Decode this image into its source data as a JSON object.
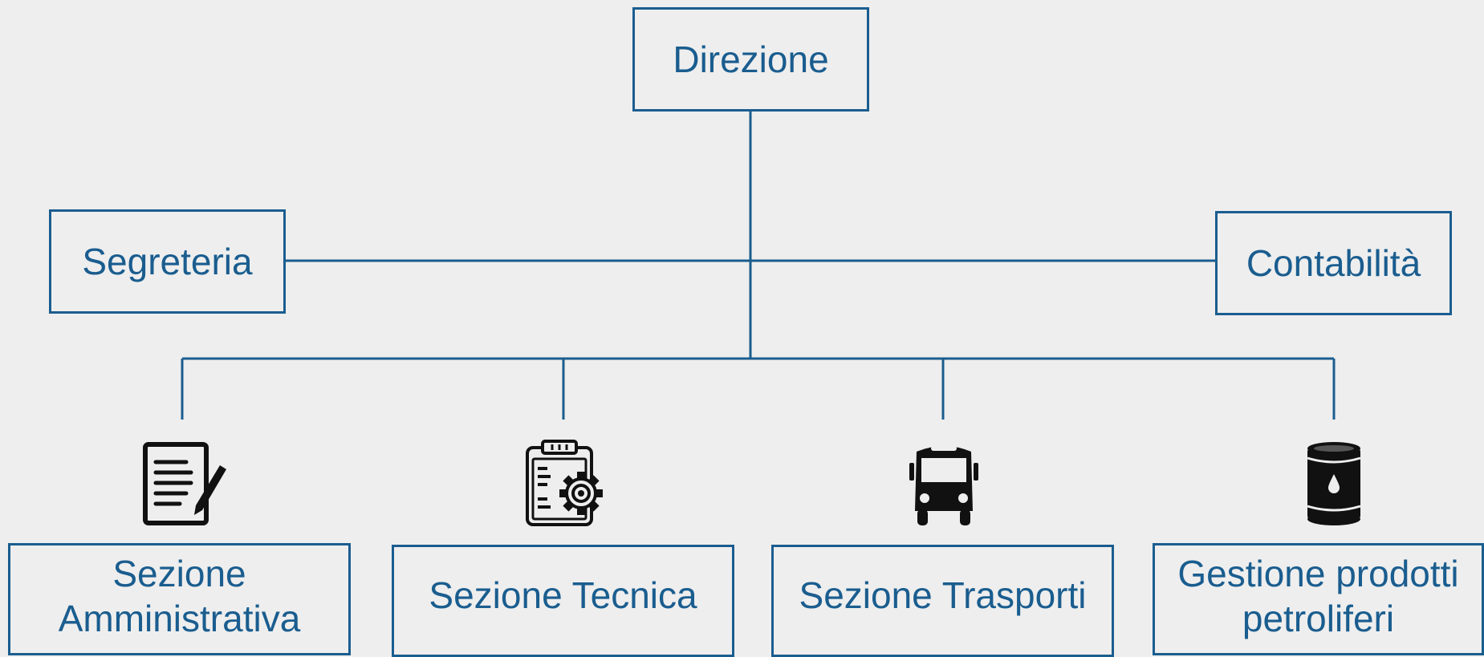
{
  "colors": {
    "line": "#1a5d8f",
    "text": "#1a5d8f",
    "background": "#eeeeee",
    "icon": "#111111"
  },
  "nodes": {
    "direzione": "Direzione",
    "segreteria": "Segreteria",
    "contabilita": "Contabilità",
    "sezione_amministrativa": "Sezione Amministrativa",
    "sezione_tecnica": "Sezione Tecnica",
    "sezione_trasporti": "Sezione Trasporti",
    "gestione_prodotti": "Gestione prodotti petroliferi"
  },
  "icons": {
    "sezione_amministrativa": "document-edit-icon",
    "sezione_tecnica": "clipboard-gear-icon",
    "sezione_trasporti": "bus-icon",
    "gestione_prodotti": "oil-barrel-icon"
  }
}
